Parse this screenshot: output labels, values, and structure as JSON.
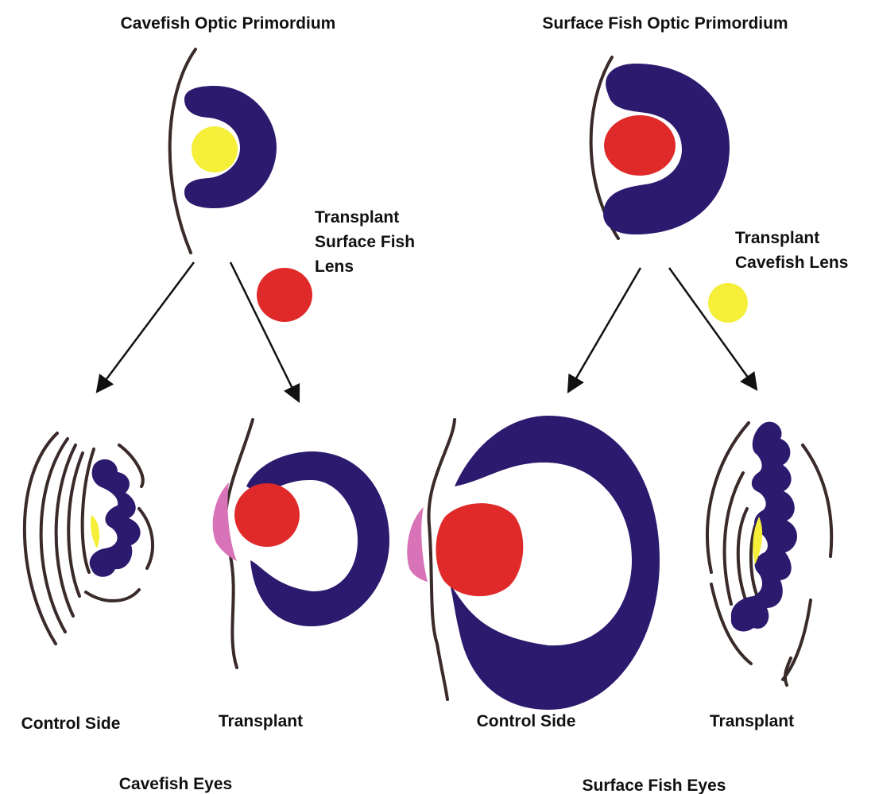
{
  "labels": {
    "cavefish_primordium": "Cavefish Optic Primordium",
    "surface_primordium": "Surface Fish Optic Primordium",
    "transplant_surface_lens_line1": "Transplant",
    "transplant_surface_lens_line2": "Surface Fish",
    "transplant_surface_lens_line3": "Lens",
    "transplant_cavefish_lens_line1": "Transplant",
    "transplant_cavefish_lens_line2": "Cavefish Lens",
    "cave_control_side": "Control Side",
    "cave_transplant": "Transplant",
    "surface_control_side": "Control Side",
    "surface_transplant": "Transplant",
    "cavefish_eyes": "Cavefish Eyes",
    "surface_fish_eyes": "Surface Fish Eyes"
  },
  "colors": {
    "optic_cup": "#2b1a6e",
    "surface_lens": "#e02a2a",
    "cavefish_lens": "#f5ef3a",
    "cornea": "#d873b8",
    "epidermis": "#3a2a2a"
  }
}
